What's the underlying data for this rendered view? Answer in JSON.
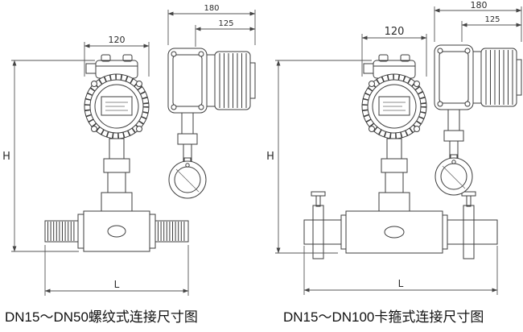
{
  "page": {
    "background": "#ffffff",
    "line_color": "#3d3d3d",
    "dim_color": "#555555",
    "text_color": "#111111"
  },
  "left_drawing": {
    "caption": "DN15～DN50螺纹式连接尺寸图",
    "dims": {
      "main_width": "120",
      "side_total_width": "180",
      "side_cap_width": "125",
      "height": "H",
      "length": "L"
    }
  },
  "right_drawing": {
    "caption": "DN15～DN100卡箍式连接尺寸图",
    "dims": {
      "main_width": "120",
      "side_total_width": "180",
      "side_cap_width": "125",
      "height": "H",
      "length": "L"
    }
  }
}
